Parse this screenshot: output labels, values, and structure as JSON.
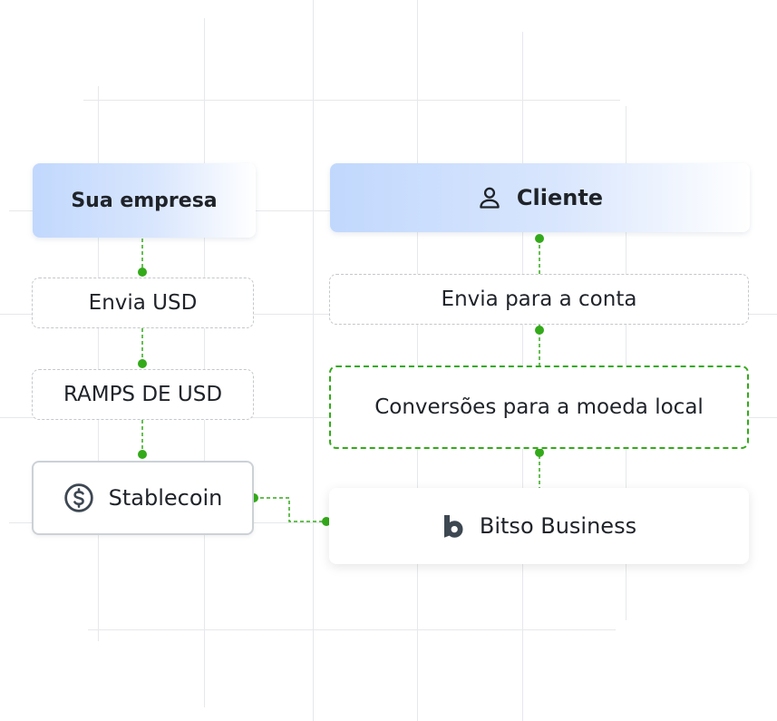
{
  "left_column": {
    "header_label": "Sua empresa",
    "steps": [
      "Envia USD",
      "RAMPS DE USD"
    ],
    "stablecoin_label": "Stablecoin"
  },
  "right_column": {
    "header_label": "Cliente",
    "steps": [
      "Envia para a conta",
      "Conversões para a moeda local"
    ],
    "bitso_label": "Bitso Business"
  },
  "colors": {
    "connector": "#33aa1a",
    "header_gradient_start": "#c1d8fd",
    "dashed_border": "#c4c7cc",
    "icon": "#3d4752"
  },
  "icons": {
    "client": "user-icon",
    "stablecoin": "dollar-circle-icon",
    "bitso": "bitso-logo-icon"
  }
}
